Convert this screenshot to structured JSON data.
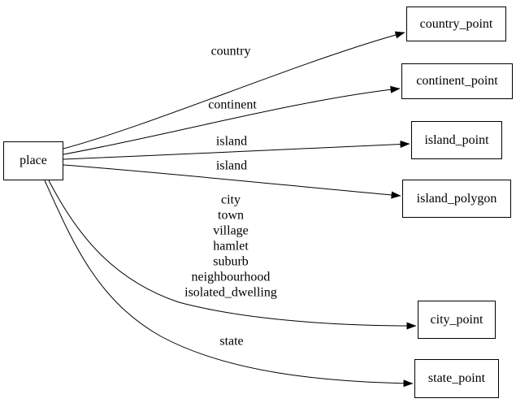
{
  "diagram": {
    "type": "directed-graph",
    "colors": {
      "background": "#ffffff",
      "node_border": "#000000",
      "edge_stroke": "#000000",
      "text": "#000000"
    },
    "nodes": [
      {
        "id": "place",
        "label": "place"
      },
      {
        "id": "country_point",
        "label": "country_point"
      },
      {
        "id": "continent_point",
        "label": "continent_point"
      },
      {
        "id": "island_point",
        "label": "island_point"
      },
      {
        "id": "island_polygon",
        "label": "island_polygon"
      },
      {
        "id": "city_point",
        "label": "city_point"
      },
      {
        "id": "state_point",
        "label": "state_point"
      }
    ],
    "edges": [
      {
        "from": "place",
        "to": "country_point",
        "label": "country"
      },
      {
        "from": "place",
        "to": "continent_point",
        "label": "continent"
      },
      {
        "from": "place",
        "to": "island_point",
        "label": "island"
      },
      {
        "from": "place",
        "to": "island_polygon",
        "label": "island"
      },
      {
        "from": "place",
        "to": "city_point",
        "label": "city\ntown\nvillage\nhamlet\nsuburb\nneighbourhood\nisolated_dwelling"
      },
      {
        "from": "place",
        "to": "state_point",
        "label": "state"
      }
    ]
  }
}
